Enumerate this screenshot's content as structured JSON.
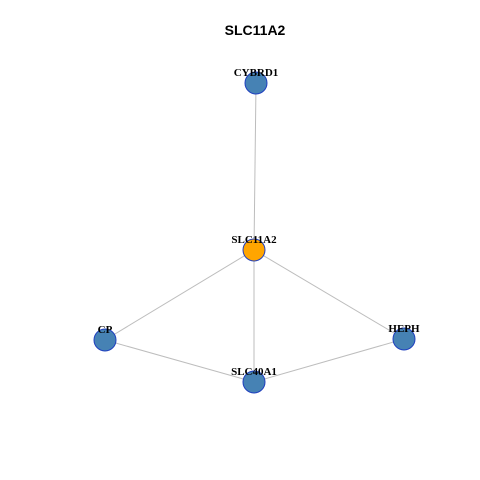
{
  "title": "SLC11A2",
  "nodes": [
    {
      "id": "CYBRD1",
      "label": "CYBRD1",
      "color": "#4682b4"
    },
    {
      "id": "SLC11A2",
      "label": "SLC11A2",
      "color": "#ffa500"
    },
    {
      "id": "CP",
      "label": "CP",
      "color": "#4682b4"
    },
    {
      "id": "HEPH",
      "label": "HEPH",
      "color": "#4682b4"
    },
    {
      "id": "SLC40A1",
      "label": "SLC40A1",
      "color": "#4682b4"
    }
  ],
  "edges": [
    {
      "from": "CYBRD1",
      "to": "SLC11A2"
    },
    {
      "from": "SLC11A2",
      "to": "CP"
    },
    {
      "from": "SLC11A2",
      "to": "HEPH"
    },
    {
      "from": "SLC11A2",
      "to": "SLC40A1"
    },
    {
      "from": "CP",
      "to": "SLC40A1"
    },
    {
      "from": "HEPH",
      "to": "SLC40A1"
    }
  ]
}
